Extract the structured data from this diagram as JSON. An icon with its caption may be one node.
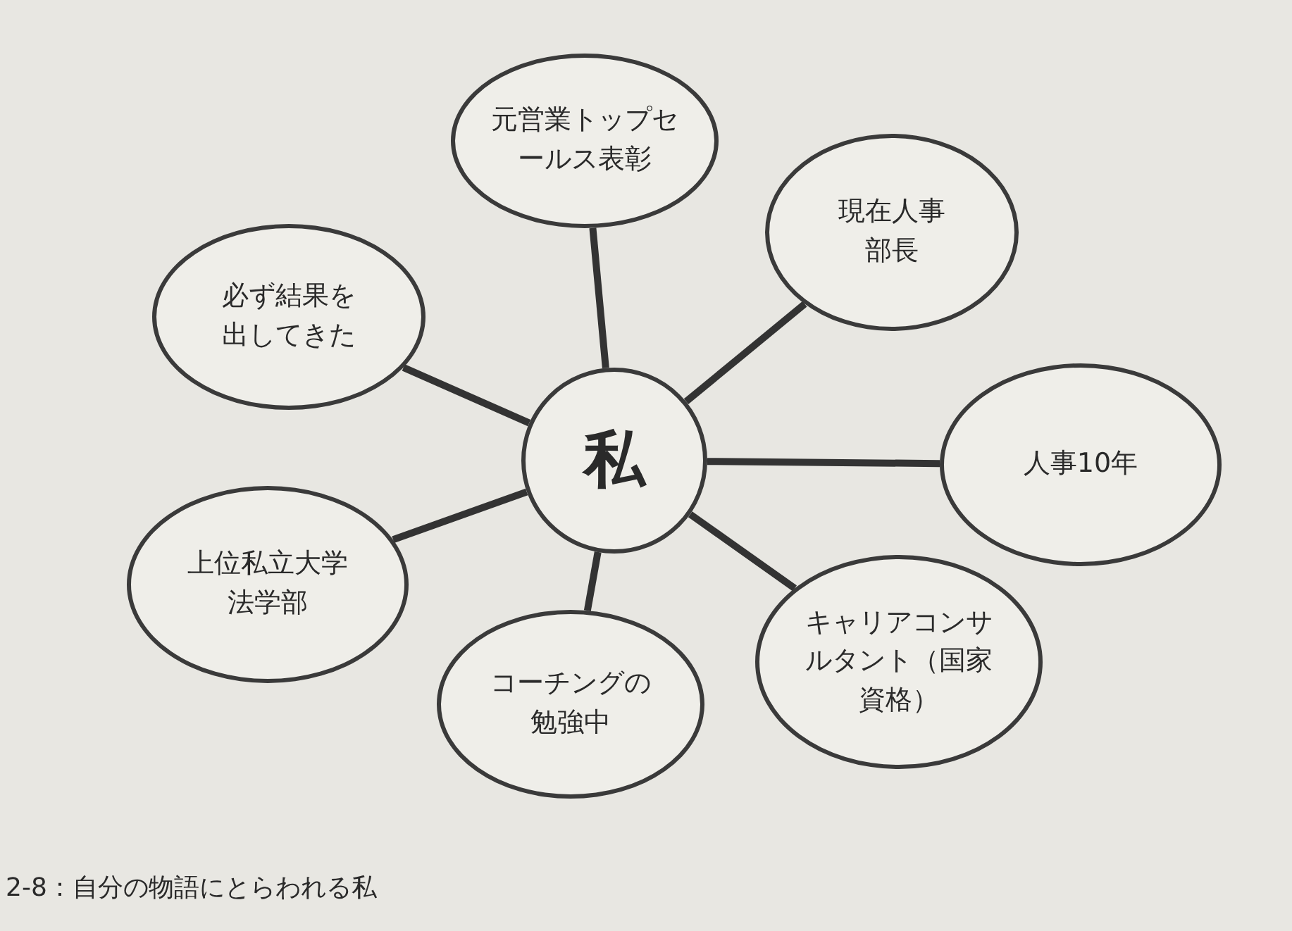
{
  "diagram": {
    "caption": "2-8：自分の物語にとらわれる私",
    "nodes": [
      {
        "text": [
          "私"
        ]
      },
      {
        "text": [
          "元営業トップセールス表彰"
        ]
      },
      {
        "text": [
          "必ず結果を出してきた"
        ]
      },
      {
        "text": [
          "現在人事部長"
        ]
      },
      {
        "text": [
          "人事10年"
        ]
      },
      {
        "text": [
          "上位私立大学法学部"
        ]
      },
      {
        "text": [
          "キャリアコンサルタント（国家資格）"
        ]
      },
      {
        "text": [
          "コーチングの勉強中"
        ]
      }
    ],
    "edges": [
      {
        "from": 0,
        "to": 1,
        "arrow": "none"
      },
      {
        "from": 0,
        "to": 2,
        "arrow": "none"
      },
      {
        "from": 0,
        "to": 3,
        "arrow": "none"
      },
      {
        "from": 0,
        "to": 4,
        "arrow": "none"
      },
      {
        "from": 0,
        "to": 5,
        "arrow": "none"
      },
      {
        "from": 0,
        "to": 6,
        "arrow": "none"
      },
      {
        "from": 0,
        "to": 7,
        "arrow": "none"
      }
    ]
  }
}
